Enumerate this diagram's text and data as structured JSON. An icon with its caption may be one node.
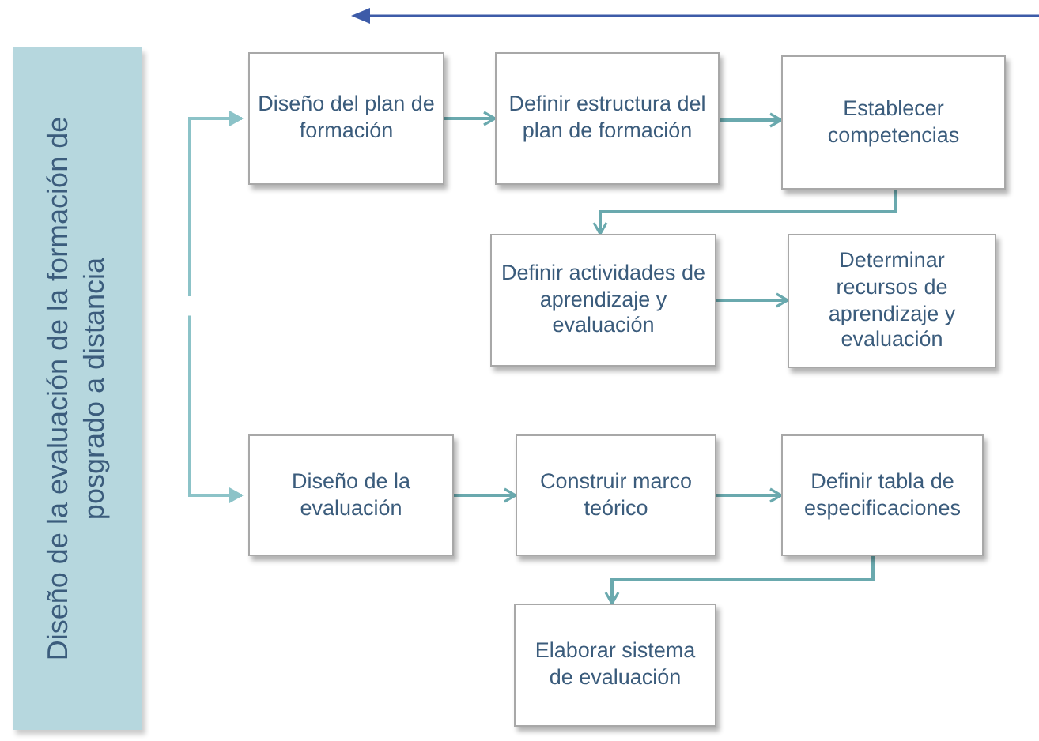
{
  "diagram": {
    "nodes": [
      {
        "text": [
          "Diseño de la evaluación de la formación de posgrado a distancia"
        ]
      },
      {
        "text": [
          "Diseño del plan de formación"
        ]
      },
      {
        "text": [
          "Definir estructura del plan de formación"
        ]
      },
      {
        "text": [
          "Establecer competencias"
        ]
      },
      {
        "text": [
          "Definir actividades de aprendizaje y evaluación"
        ]
      },
      {
        "text": [
          "Determinar recursos de aprendizaje y evaluación"
        ]
      },
      {
        "text": [
          "Diseño de la evaluación"
        ]
      },
      {
        "text": [
          "Construir marco teórico"
        ]
      },
      {
        "text": [
          "Definir tabla de especificaciones"
        ]
      },
      {
        "text": [
          "Elaborar sistema de evaluación"
        ]
      }
    ],
    "edges": [
      {
        "from": null,
        "to": 1,
        "arrow": "to"
      },
      {
        "from": null,
        "to": 6,
        "arrow": "to"
      },
      {
        "from": 1,
        "to": 2,
        "arrow": "to"
      },
      {
        "from": 2,
        "to": 3,
        "arrow": "to"
      },
      {
        "from": 3,
        "to": 4,
        "arrow": "to"
      },
      {
        "from": 4,
        "to": 5,
        "arrow": "to"
      },
      {
        "from": 6,
        "to": 7,
        "arrow": "to"
      },
      {
        "from": 7,
        "to": 8,
        "arrow": "to"
      },
      {
        "from": 8,
        "to": 9,
        "arrow": "to"
      }
    ]
  }
}
